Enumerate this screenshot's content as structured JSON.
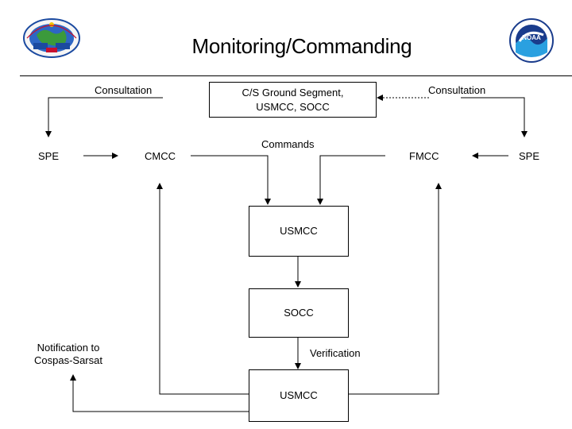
{
  "slide": {
    "title": "Monitoring/Commanding"
  },
  "logos": {
    "left": {
      "icon": "satellite-program-emblem",
      "colors": [
        "#1b4aa0",
        "#2e8b2e",
        "#c8102e",
        "#f2c200"
      ]
    },
    "right": {
      "icon": "noaa-logo",
      "text": "NOAA",
      "colors": [
        "#1a3c8c",
        "#2aa0e0",
        "#ffffff"
      ]
    }
  },
  "diagram": {
    "consultation_left": "Consultation",
    "consultation_right": "Consultation",
    "cs_ground_segment_line1": "C/S Ground Segment,",
    "cs_ground_segment_line2": "USMCC, SOCC",
    "commands": "Commands",
    "spe_left": "SPE",
    "cmcc": "CMCC",
    "fmcc": "FMCC",
    "spe_right": "SPE",
    "usmcc_top": "USMCC",
    "socc": "SOCC",
    "verification": "Verification",
    "usmcc_bottom": "USMCC",
    "notification_line1": "Notification to",
    "notification_line2": "Cospas-Sarsat"
  }
}
